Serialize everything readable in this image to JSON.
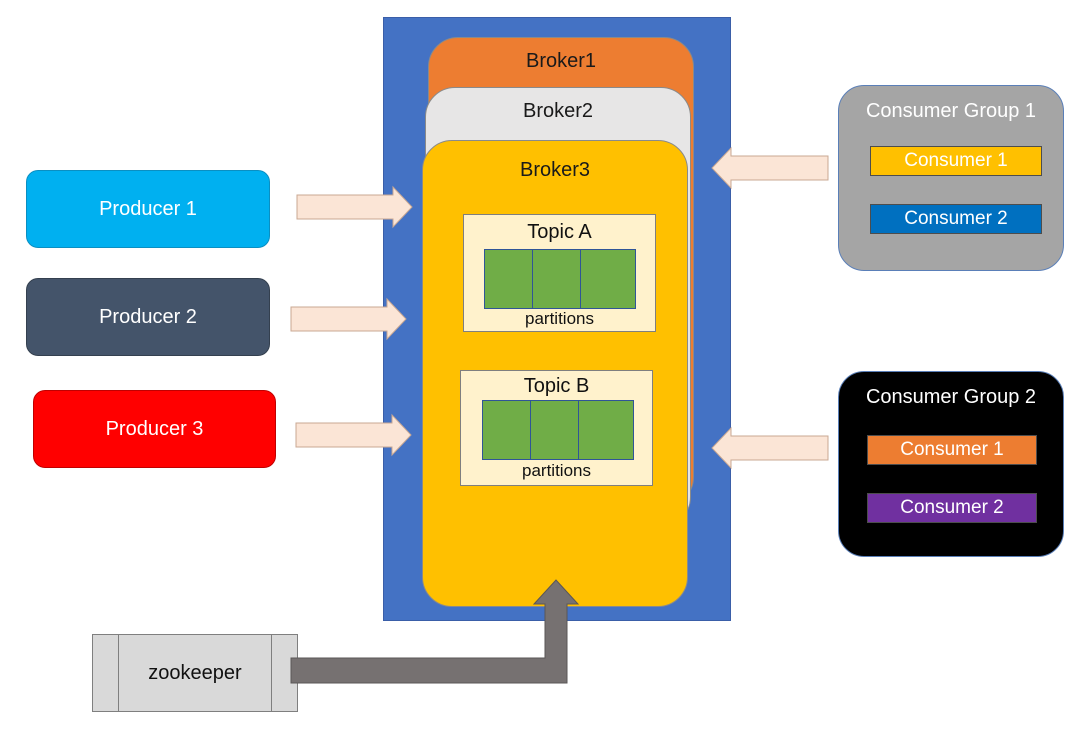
{
  "brokers": [
    {
      "label": "Broker1",
      "color": "#ed7d31"
    },
    {
      "label": "Broker2",
      "color": "#e7e6e6"
    },
    {
      "label": "Broker3",
      "color": "#ffc000"
    }
  ],
  "topics": [
    {
      "title": "Topic A",
      "partitions_label": "partitions",
      "partition_count": 3
    },
    {
      "title": "Topic B",
      "partitions_label": "partitions",
      "partition_count": 3
    }
  ],
  "producers": [
    {
      "label": "Producer 1",
      "color": "#00b0f0"
    },
    {
      "label": "Producer 2",
      "color": "#44546a"
    },
    {
      "label": "Producer 3",
      "color": "#ff0000"
    }
  ],
  "consumer_groups": [
    {
      "title": "Consumer Group 1",
      "color": "#a5a5a5",
      "consumers": [
        {
          "label": "Consumer 1",
          "color": "#ffc000"
        },
        {
          "label": "Consumer 2",
          "color": "#0070c0"
        }
      ]
    },
    {
      "title": "Consumer Group 2",
      "color": "#000000",
      "consumers": [
        {
          "label": "Consumer 1",
          "color": "#ed7d31"
        },
        {
          "label": "Consumer 2",
          "color": "#7030a0"
        }
      ]
    }
  ],
  "zookeeper": {
    "label": "zookeeper"
  },
  "colors": {
    "cluster": "#4472c4",
    "partition": "#70ad47",
    "topic_bg": "#fff2cc",
    "arrow_light": "#fbe5d6",
    "arrow_dark": "#767171"
  }
}
